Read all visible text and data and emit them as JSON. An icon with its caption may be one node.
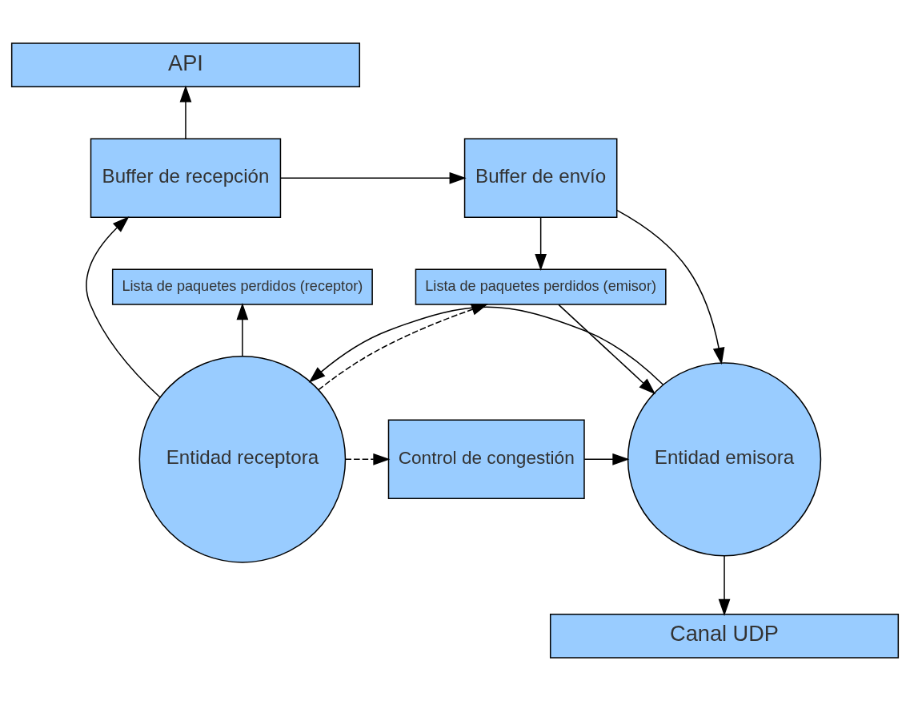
{
  "diagram": {
    "nodes": [
      {
        "text": [
          "API"
        ]
      },
      {
        "text": [
          "Buffer de recepción"
        ]
      },
      {
        "text": [
          "Buffer de envío"
        ]
      },
      {
        "text": [
          "Lista de paquetes perdidos (receptor)"
        ]
      },
      {
        "text": [
          "Lista de paquetes perdidos (emisor)"
        ]
      },
      {
        "text": [
          "Entidad receptora"
        ]
      },
      {
        "text": [
          "Entidad emisora"
        ]
      },
      {
        "text": [
          "Control de congestión"
        ]
      },
      {
        "text": [
          "Canal UDP"
        ]
      }
    ],
    "edges": [
      {
        "from": 1,
        "to": 0,
        "arrow": "to"
      },
      {
        "from": 1,
        "to": 2,
        "arrow": "to"
      },
      {
        "from": 5,
        "to": 1,
        "arrow": "to"
      },
      {
        "from": 5,
        "to": 3,
        "arrow": "to"
      },
      {
        "from": 5,
        "to": 4,
        "arrow": "to",
        "style": "dashed"
      },
      {
        "from": 2,
        "to": 4,
        "arrow": "to"
      },
      {
        "from": 2,
        "to": 6,
        "arrow": "to"
      },
      {
        "from": 4,
        "to": 6,
        "arrow": "to"
      },
      {
        "from": 7,
        "to": 6,
        "arrow": "to"
      },
      {
        "from": 5,
        "to": 7,
        "arrow": "to",
        "style": "dashed"
      },
      {
        "from": 6,
        "to": 5,
        "arrow": "to"
      },
      {
        "from": 6,
        "to": 8,
        "arrow": "to"
      }
    ]
  }
}
